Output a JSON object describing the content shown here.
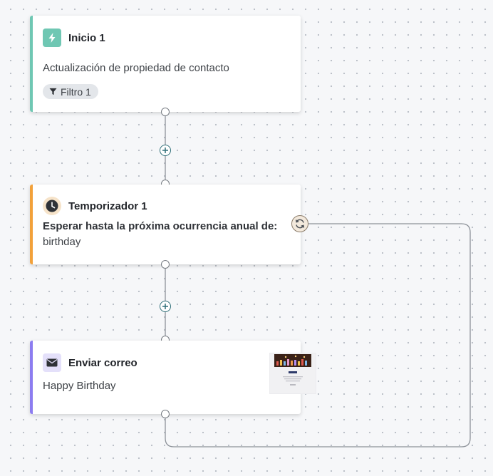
{
  "nodes": {
    "start": {
      "title": "Inicio 1",
      "description": "Actualización de propiedad de contacto",
      "filter_label": "Filtro 1",
      "accent_color": "#6fc7b3",
      "icon": "lightning-bolt-icon"
    },
    "timer": {
      "title": "Temporizador 1",
      "description_bold": "Esperar hasta la próxima ocurrencia anual de:",
      "description_value": "birthday",
      "accent_color": "#f2a13a",
      "icon": "clock-icon"
    },
    "email": {
      "title": "Enviar correo",
      "description": "Happy Birthday",
      "accent_color": "#8c7cf0",
      "icon": "envelope-icon",
      "thumbnail": "email-preview-thumbnail"
    }
  },
  "controls": {
    "add_step_icon": "plus-circle-icon",
    "loop_icon": "loop-arrows-icon"
  }
}
